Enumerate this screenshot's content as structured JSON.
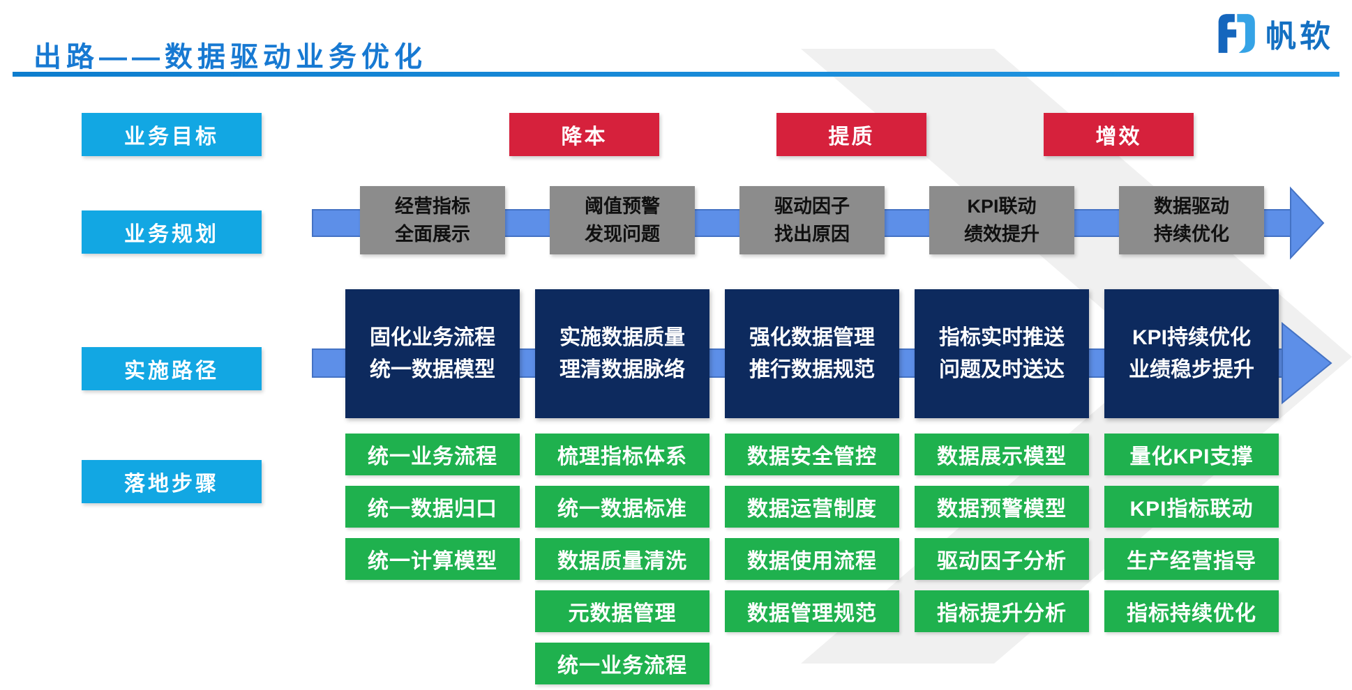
{
  "header": {
    "title": "出路——数据驱动业务优化",
    "logo_text": "帆软"
  },
  "labels": [
    "业务目标",
    "业务规划",
    "实施路径",
    "落地步骤"
  ],
  "goals": [
    "降本",
    "提质",
    "增效"
  ],
  "planning": [
    {
      "line1": "经营指标",
      "line2": "全面展示"
    },
    {
      "line1": "阈值预警",
      "line2": "发现问题"
    },
    {
      "line1": "驱动因子",
      "line2": "找出原因"
    },
    {
      "line1": "KPI联动",
      "line2": "绩效提升"
    },
    {
      "line1": "数据驱动",
      "line2": "持续优化"
    }
  ],
  "path": [
    {
      "line1": "固化业务流程",
      "line2": "统一数据模型"
    },
    {
      "line1": "实施数据质量",
      "line2": "理清数据脉络"
    },
    {
      "line1": "强化数据管理",
      "line2": "推行数据规范"
    },
    {
      "line1": "指标实时推送",
      "line2": "问题及时送达"
    },
    {
      "line1": "KPI持续优化",
      "line2": "业绩稳步提升"
    }
  ],
  "steps": [
    [
      "统一业务流程",
      "统一数据归口",
      "统一计算模型"
    ],
    [
      "梳理指标体系",
      "统一数据标准",
      "数据质量清洗",
      "元数据管理",
      "统一业务流程"
    ],
    [
      "数据安全管控",
      "数据运营制度",
      "数据使用流程",
      "数据管理规范"
    ],
    [
      "数据展示模型",
      "数据预警模型",
      "驱动因子分析",
      "指标提升分析"
    ],
    [
      "量化KPI支撑",
      "KPI指标联动",
      "生产经营指导",
      "指标持续优化"
    ]
  ],
  "colors": {
    "title_blue": "#1779d2",
    "label_cyan": "#12a7e3",
    "goal_red": "#d6213c",
    "plan_gray": "#8c8c8c",
    "path_navy": "#0d2a5e",
    "step_green": "#1fb14e",
    "arrow_fill": "#5d8fe8",
    "arrow_border": "#4472c4",
    "logo_dark_blue": "#1566bd",
    "logo_light_blue": "#35a3e6"
  }
}
